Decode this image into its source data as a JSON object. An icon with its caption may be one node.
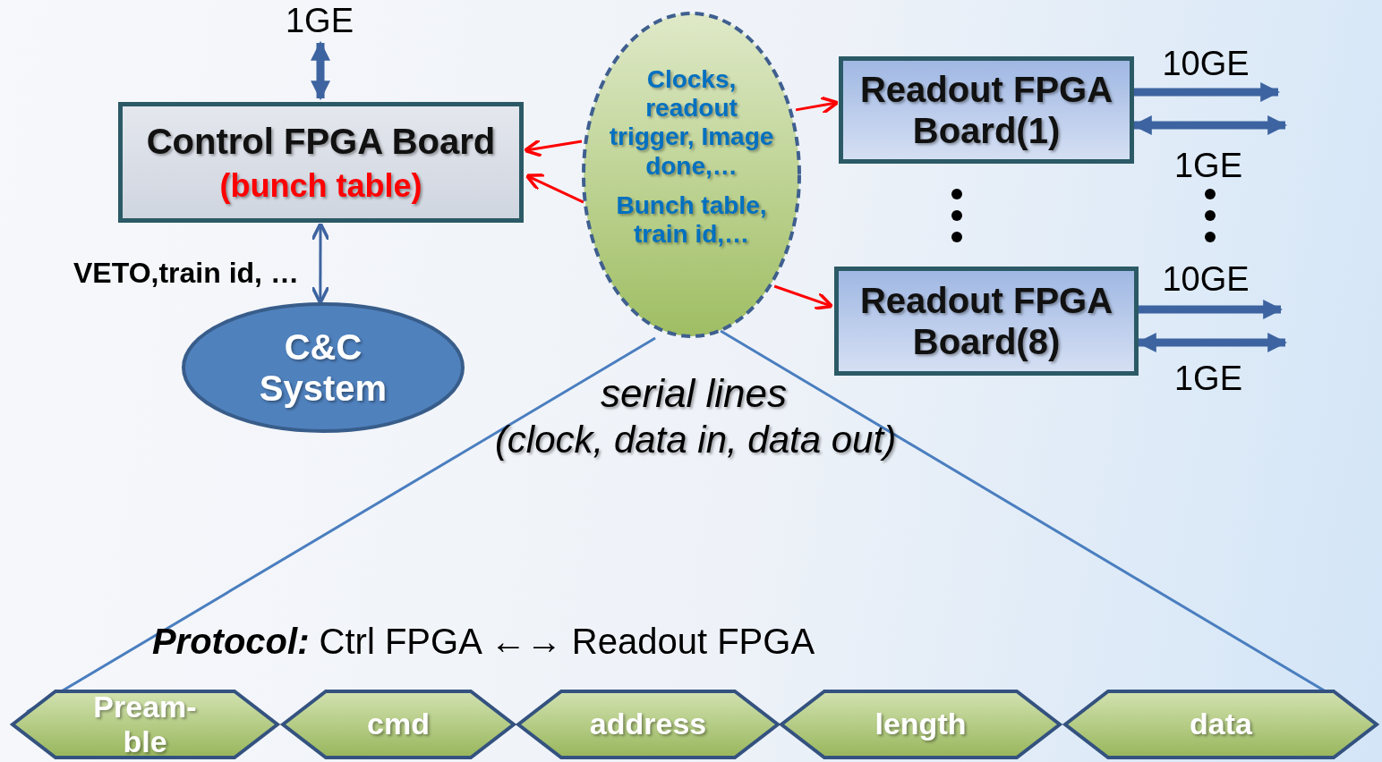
{
  "diagram": {
    "nodes": [
      {
        "text": [
          "Control FPGA Board",
          "(bunch table)"
        ]
      },
      {
        "text": [
          "C&C System"
        ]
      },
      {
        "text": [
          "Clocks, readout trigger, Image done,…",
          "Bunch table, train id,…"
        ]
      },
      {
        "text": [
          "Readout FPGA Board(1)"
        ]
      },
      {
        "text": [
          "Readout FPGA Board(8)"
        ]
      },
      {
        "text": [
          "Pream- ble"
        ]
      },
      {
        "text": [
          "cmd"
        ]
      },
      {
        "text": [
          "address"
        ]
      },
      {
        "text": [
          "length"
        ]
      },
      {
        "text": [
          "data"
        ]
      }
    ],
    "edges": [
      {
        "from": null,
        "to": 0,
        "arrow": "both",
        "label": "1GE",
        "style": "thick"
      },
      {
        "from": 0,
        "to": 1,
        "arrow": "both",
        "label": "VETO,train id, …"
      },
      {
        "from": 2,
        "to": 0,
        "arrow": "to",
        "color": "#ff0000"
      },
      {
        "from": 2,
        "to": 0,
        "arrow": "to",
        "color": "#ff0000"
      },
      {
        "from": 2,
        "to": 3,
        "arrow": "to",
        "color": "#ff0000"
      },
      {
        "from": 2,
        "to": 4,
        "arrow": "to",
        "color": "#ff0000"
      },
      {
        "from": 3,
        "to": null,
        "arrow": "to",
        "label": "10GE",
        "style": "thick"
      },
      {
        "from": 3,
        "to": null,
        "arrow": "both",
        "label": "1GE",
        "style": "thick"
      },
      {
        "from": 4,
        "to": null,
        "arrow": "to",
        "label": "10GE",
        "style": "thick"
      },
      {
        "from": 4,
        "to": null,
        "arrow": "both",
        "label": "1GE",
        "style": "thick"
      },
      {
        "from": 2,
        "to": 5,
        "arrow": "none",
        "color": "#4a7ebf"
      },
      {
        "from": 2,
        "to": 9,
        "arrow": "none",
        "color": "#4a7ebf"
      }
    ],
    "labels": [
      "serial lines",
      "(clock, data in, data out)",
      "**Protocol:** Ctrl FPGA ←→ Readout FPGA"
    ]
  }
}
